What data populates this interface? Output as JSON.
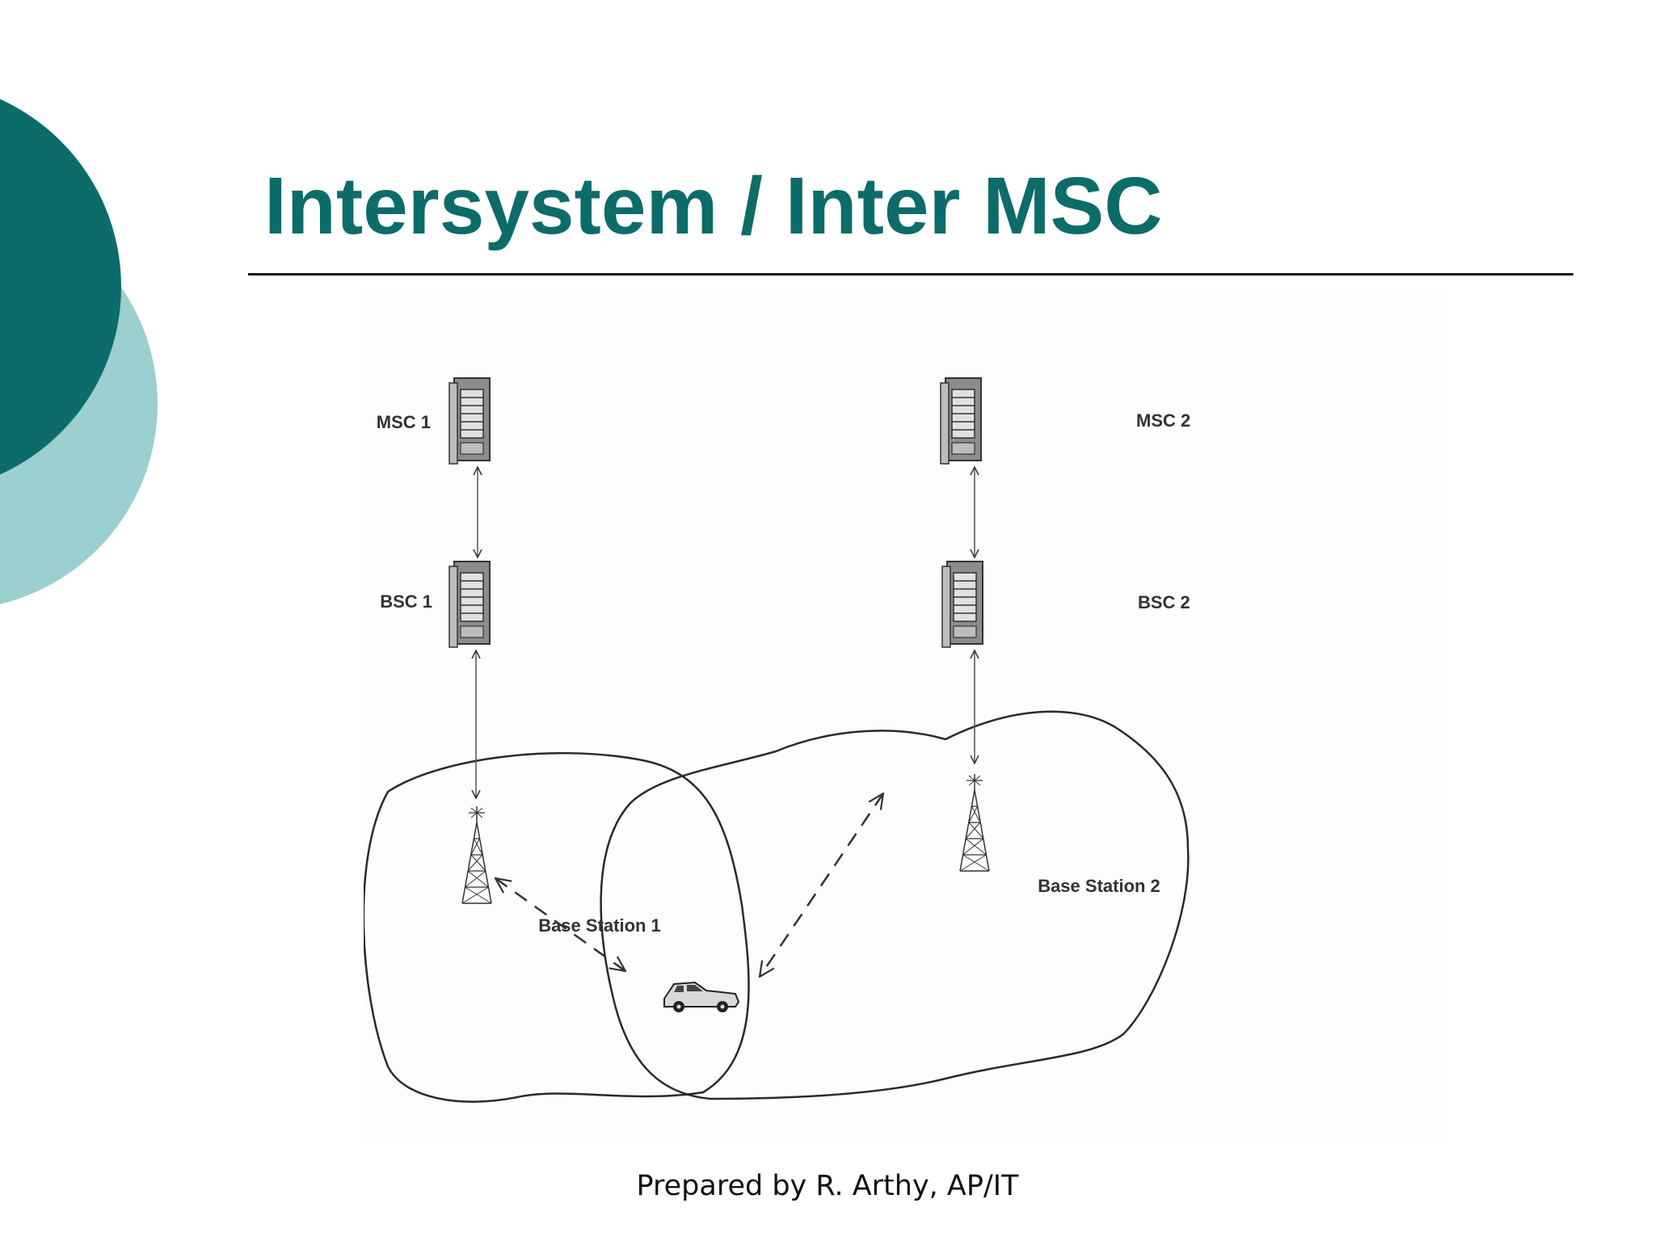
{
  "slide": {
    "title": "Intersystem / Inter MSC",
    "footer": "Prepared by R. Arthy, AP/IT"
  },
  "diagram": {
    "nodes": {
      "msc1": "MSC 1",
      "msc2": "MSC 2",
      "bsc1": "BSC 1",
      "bsc2": "BSC 2",
      "bs1": "Base Station 1",
      "bs2": "Base Station 2"
    },
    "icons": {
      "server": "server-icon",
      "tower": "antenna-tower-icon",
      "vehicle": "car-icon"
    }
  },
  "colors": {
    "accent_dark": "#0c6c69",
    "accent_light": "#9ccfcf",
    "line": "#333333"
  }
}
